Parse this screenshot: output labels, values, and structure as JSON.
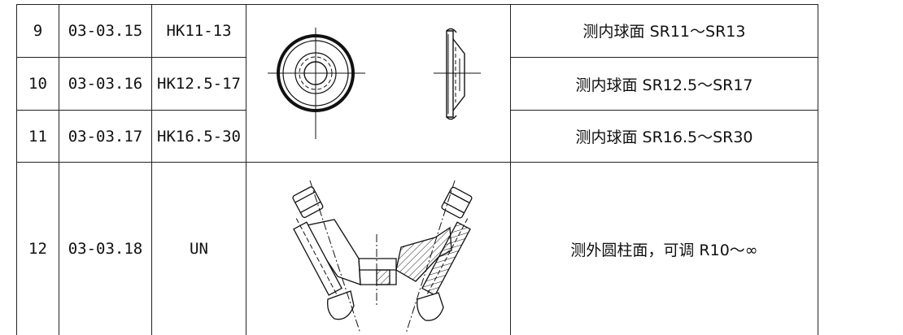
{
  "rows": [
    {
      "no": "9",
      "code": "03-03.15",
      "model": "HK11-13",
      "desc": "测内球面 SR11～SR13"
    },
    {
      "no": "10",
      "code": "03-03.16",
      "model": "HK12.5-17",
      "desc": "测内球面 SR12.5～SR17"
    },
    {
      "no": "11",
      "code": "03-03.17",
      "model": "HK16.5-30",
      "desc": "测内球面 SR16.5～SR30"
    },
    {
      "no": "12",
      "code": "03-03.18",
      "model": "UN",
      "desc": "测外圆柱面，可调 R10～∞"
    }
  ]
}
